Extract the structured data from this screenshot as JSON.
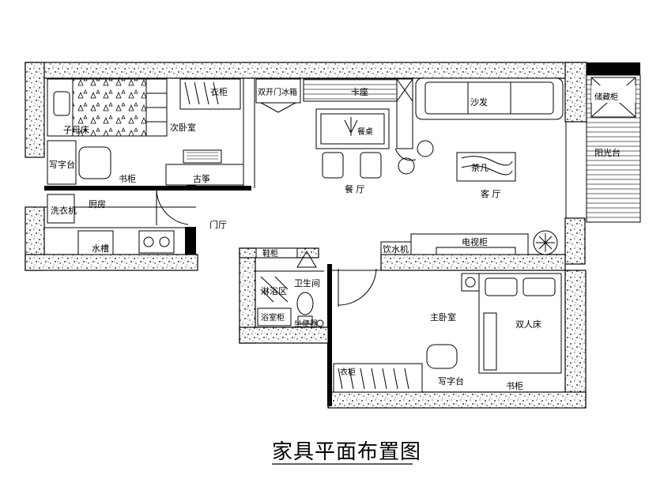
{
  "title": "家具平面布置图",
  "rooms": {
    "secondary_bedroom": "次卧室",
    "kitchen": "厨房",
    "foyer": "门厅",
    "dining_room": "餐 厅",
    "living_room": "客 厅",
    "bathroom": "卫生间",
    "master_bedroom": "主卧室",
    "balcony": "阳光台",
    "shower_area": "淋浴区"
  },
  "furniture": {
    "bunk_bed": "子母床",
    "wardrobe_left": "衣柜",
    "desk_left": "写字台",
    "bookcase_left": "书柜",
    "guzheng": "古筝",
    "washing_machine": "洗衣机",
    "sink": "水槽",
    "fridge": "双开门冰箱",
    "booth": "卡座",
    "dining_table": "餐桌",
    "sofa": "沙发",
    "storage_cabinet": "储藏柜",
    "tea_table": "茶几",
    "water_dispenser": "饮水机",
    "tv_cabinet": "电视柜",
    "shoe_cabinet": "鞋柜",
    "bath_cabinet": "浴室柜",
    "toilet": "坐便器",
    "double_bed": "双人床",
    "wardrobe_right": "衣柜",
    "desk_right": "写字台",
    "bookcase_right": "书柜"
  }
}
